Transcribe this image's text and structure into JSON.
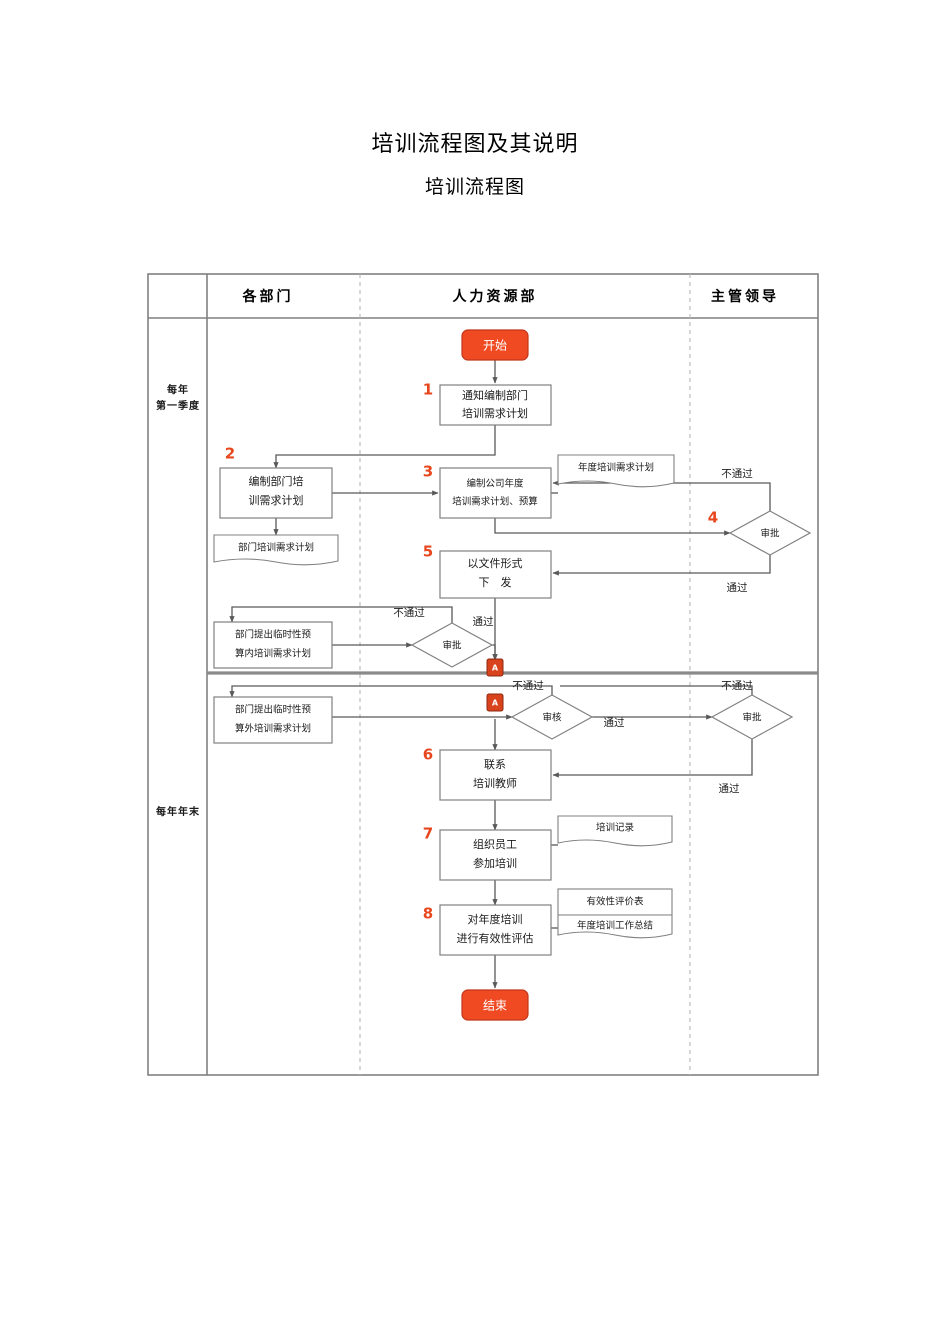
{
  "document": {
    "title": "培训流程图及其说明",
    "subtitle": "培训流程图"
  },
  "diagram": {
    "type": "swimlane-flowchart",
    "column_headers": [
      "各部门",
      "人力资源部",
      "主管领导"
    ],
    "row_labels": [
      "每年\n第一季度",
      "每年年末"
    ],
    "row_label_line1": "每年",
    "row_label_line2": "第一季度",
    "row_label_2": "每年年末",
    "colors": {
      "terminator_fill": "#F04A23",
      "step_number": "#E8471E",
      "box_stroke": "#808080",
      "line": "#595959"
    },
    "nodes": {
      "start": {
        "label": "开始",
        "shape": "terminator"
      },
      "step1": {
        "num": "1",
        "line1": "通知编制部门",
        "line2": "培训需求计划",
        "shape": "process"
      },
      "step2": {
        "num": "2",
        "line1": "编制部门培",
        "line2": "训需求计划",
        "shape": "process"
      },
      "doc_dept_plan": {
        "label": "部门培训需求计划",
        "shape": "document"
      },
      "step3": {
        "num": "3",
        "line1": "编制公司年度",
        "line2": "培训需求计划、预算",
        "shape": "process"
      },
      "doc_annual_plan": {
        "label": "年度培训需求计划",
        "shape": "document"
      },
      "step4": {
        "num": "4",
        "label": "审批",
        "shape": "decision"
      },
      "step5": {
        "num": "5",
        "line1": "以文件形式",
        "line2": "下　发",
        "shape": "process"
      },
      "temp_in_budget": {
        "line1": "部门提出临时性预",
        "line2": "算内培训需求计划",
        "shape": "process"
      },
      "review_in_budget": {
        "label": "审批",
        "shape": "decision"
      },
      "temp_out_budget": {
        "line1": "部门提出临时性预",
        "line2": "算外培训需求计划",
        "shape": "process"
      },
      "review_out_budget": {
        "label": "审核",
        "shape": "decision"
      },
      "approve_out_budget": {
        "label": "审批",
        "shape": "decision"
      },
      "step6": {
        "num": "6",
        "line1": "联系",
        "line2": "培训教师",
        "shape": "process"
      },
      "step7": {
        "num": "7",
        "line1": "组织员工",
        "line2": "参加培训",
        "shape": "process"
      },
      "doc_training_record": {
        "label": "培训记录",
        "shape": "document"
      },
      "step8": {
        "num": "8",
        "line1": "对年度培训",
        "line2": "进行有效性评估",
        "shape": "process"
      },
      "doc_eval_form": {
        "label": "有效性评价表",
        "shape": "document"
      },
      "doc_annual_summary": {
        "label": "年度培训工作总结",
        "shape": "document"
      },
      "end": {
        "label": "结束",
        "shape": "terminator"
      },
      "connector_a1": {
        "label": "A",
        "shape": "connector"
      },
      "connector_a2": {
        "label": "A",
        "shape": "connector"
      }
    },
    "edge_labels": {
      "approve4_fail": "不通过",
      "approve4_pass": "通过",
      "review_in_fail": "不通过",
      "review_in_pass": "通过",
      "review_out_fail": "不通过",
      "review_out_pass": "通过",
      "approve_out_fail": "不通过",
      "approve_out_pass": "通过"
    }
  }
}
